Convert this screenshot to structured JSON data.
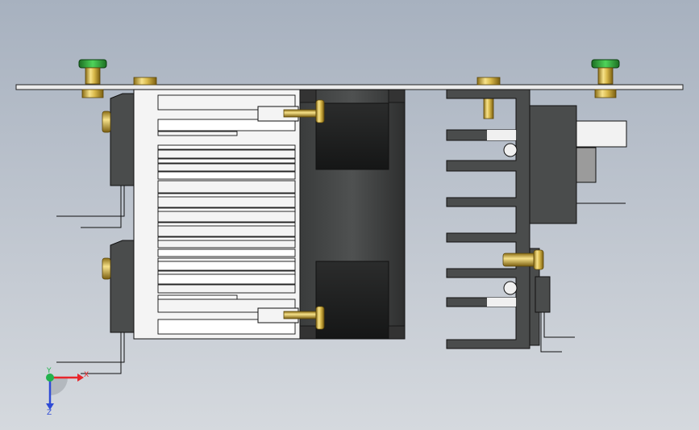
{
  "view": {
    "background_top": "#a7b1bf",
    "background_bottom": "#d5d9de"
  },
  "colors": {
    "plate": "#eaeaea",
    "heatsink_white": "#f4f4f4",
    "dark_body": "#4a4c4c",
    "fan_frame": "#3c3e3e",
    "fan_blade": "#2a2b2b",
    "brass": "#d8b84a",
    "nut_green": "#2fa33a",
    "outline": "#111111",
    "axis_x": "#e8262b",
    "axis_y": "#22b24c",
    "axis_z": "#2f4bd6"
  },
  "triad": {
    "x_label": "X",
    "y_label": "Y",
    "z_label": "Z"
  }
}
